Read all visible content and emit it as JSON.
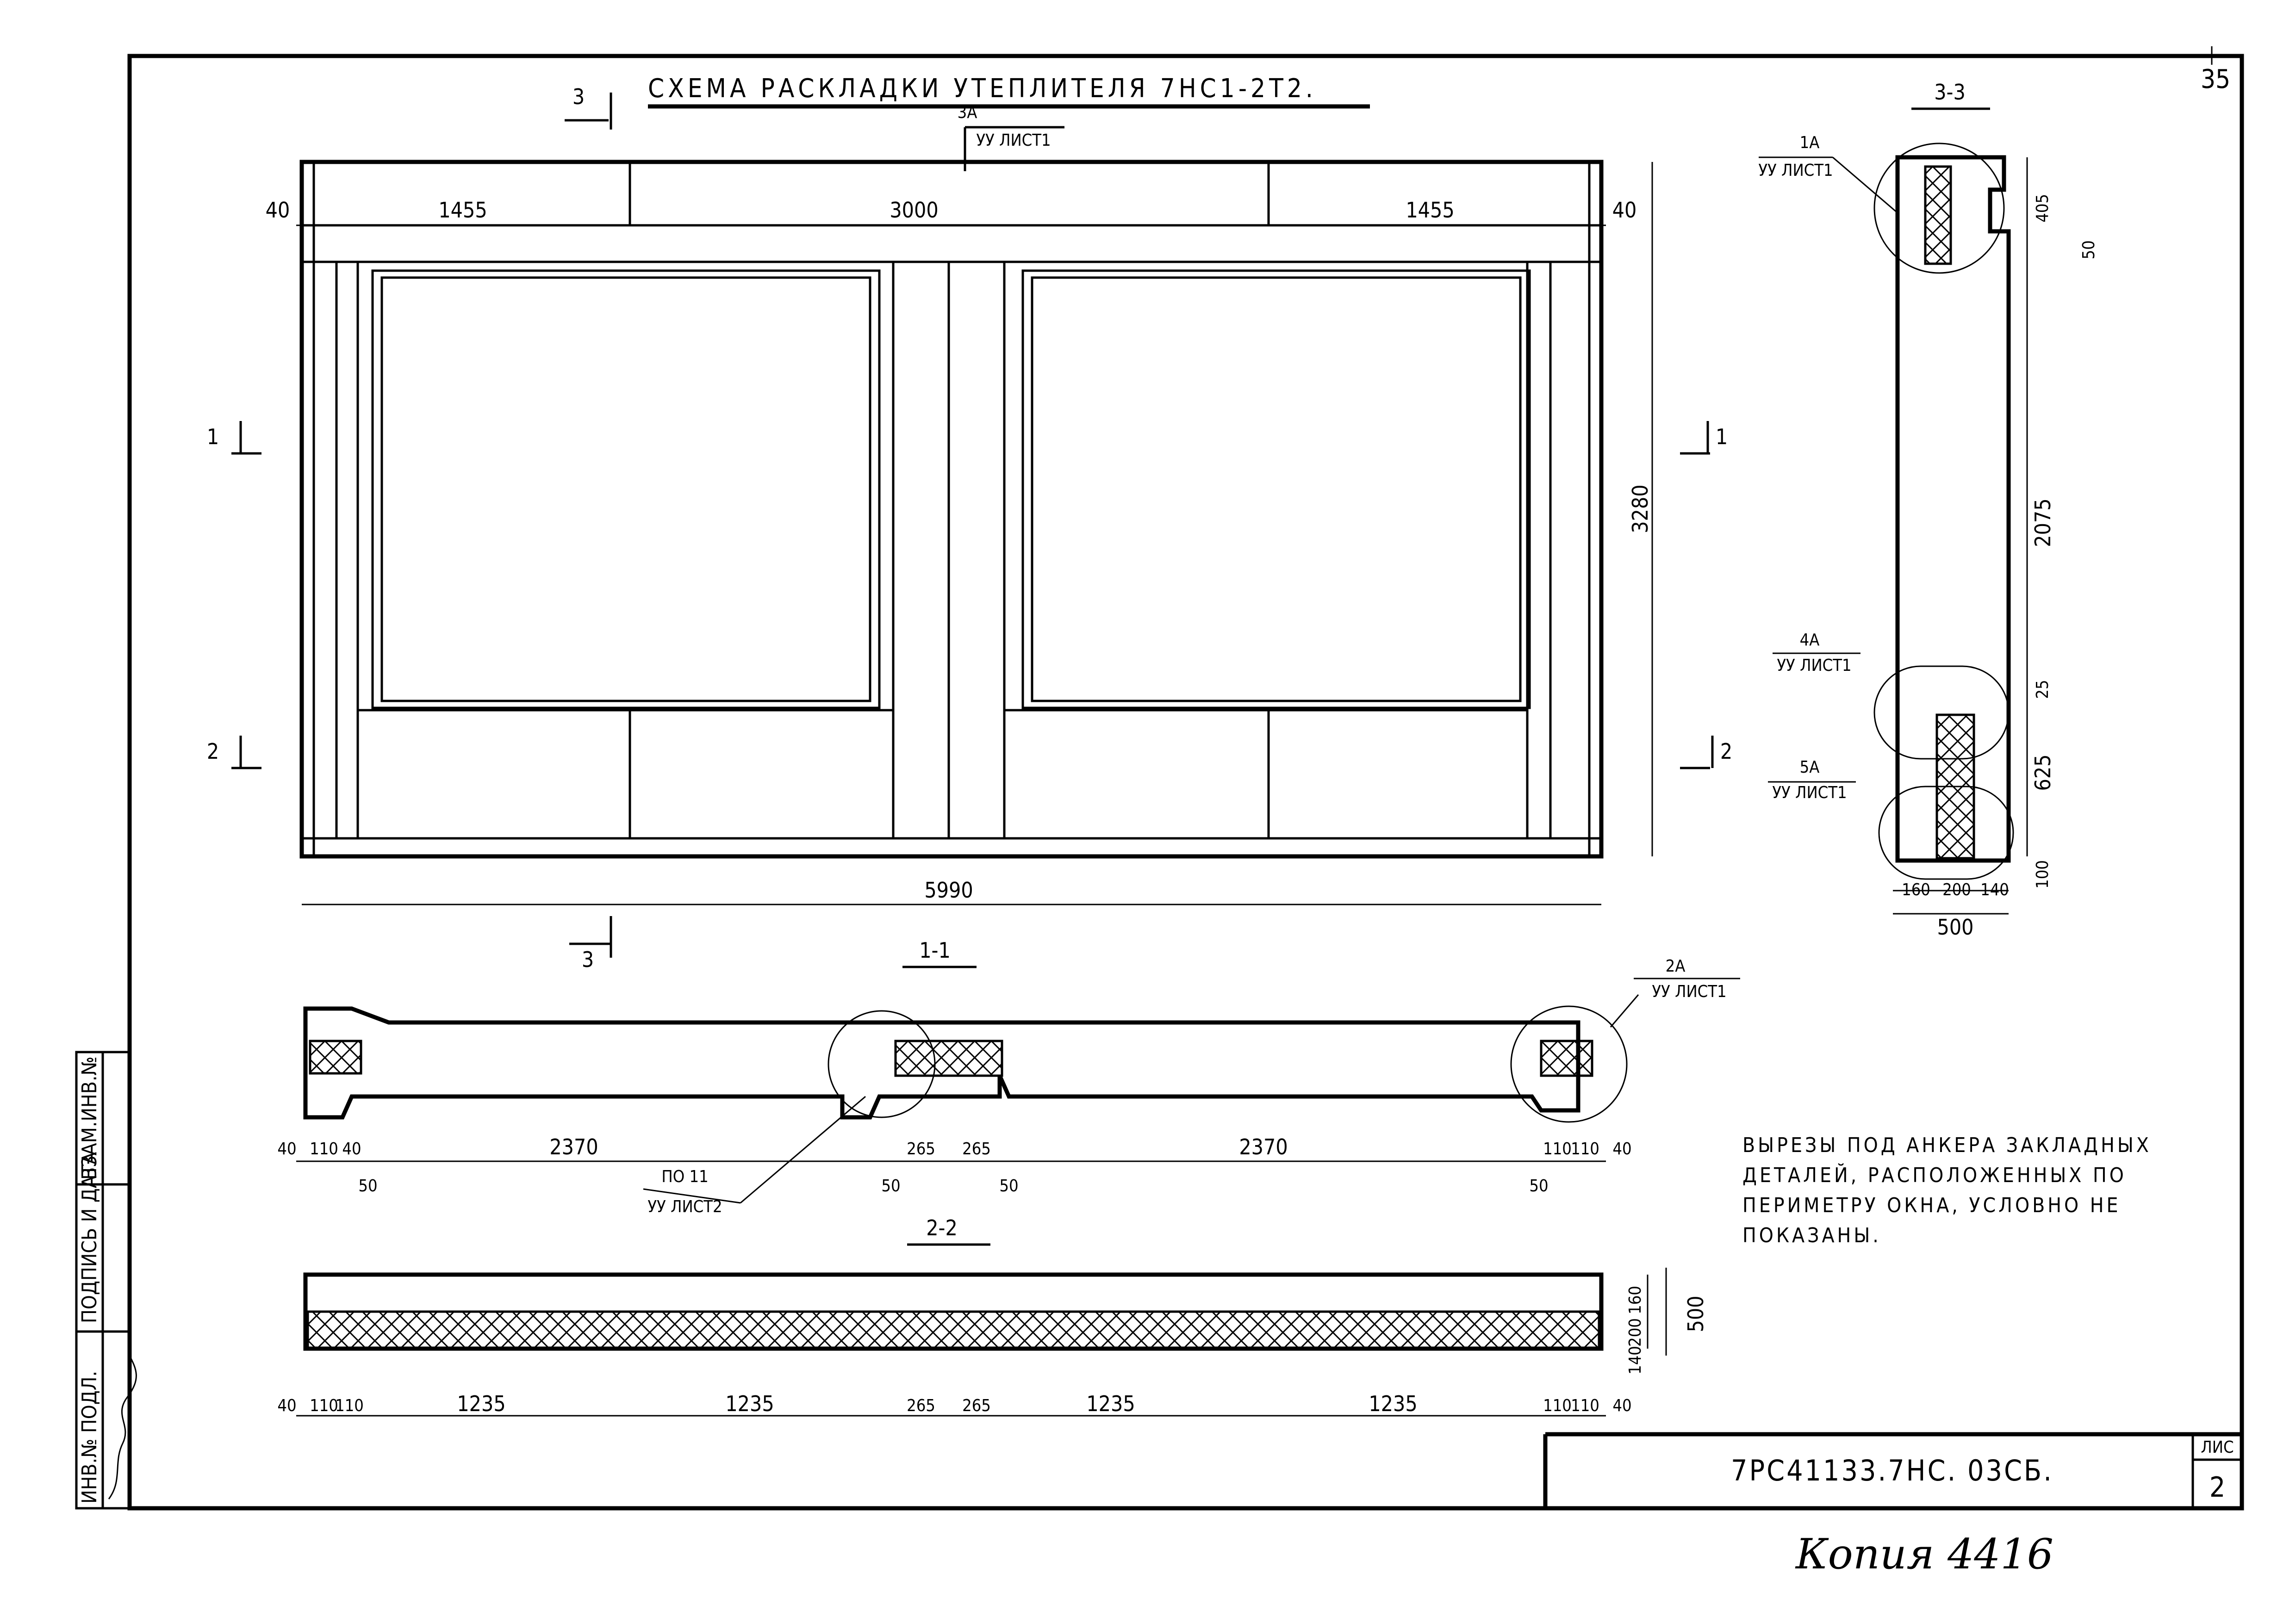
{
  "sheet_number_corner": "35",
  "title": "СХЕМА РАСКЛАДКИ УТЕПЛИТЕЛЯ 7НС1-2Т2.",
  "callout_3a": {
    "num": "3А",
    "ref": "УУ ЛИСТ1"
  },
  "elevation": {
    "top_dims": [
      "40",
      "1455",
      "3000",
      "1455",
      "40"
    ],
    "overall_width": "5990",
    "overall_height": "3280",
    "section_marks": {
      "s1": "1",
      "s2": "2",
      "s3": "3"
    }
  },
  "section_1_1": {
    "title": "1-1",
    "dims_row1": [
      "40",
      "110",
      "40",
      "2370",
      "265",
      "265",
      "2370",
      "110",
      "110",
      "40"
    ],
    "dims_row2": [
      "50",
      "50",
      "50",
      "50"
    ],
    "leader_left": {
      "num": "ПО 11",
      "ref": "УУ ЛИСТ2"
    },
    "callout_2a": {
      "num": "2А",
      "ref": "УУ ЛИСТ1"
    }
  },
  "section_2_2": {
    "title": "2-2",
    "dims": [
      "40",
      "110",
      "110",
      "1235",
      "1235",
      "265",
      "265",
      "1235",
      "1235",
      "110",
      "110",
      "40"
    ],
    "thickness_dims": [
      "160",
      "200",
      "140"
    ],
    "thickness_total": "500"
  },
  "section_3_3": {
    "title": "3-3",
    "callout_1a": {
      "num": "1А",
      "ref": "УУ ЛИСТ1"
    },
    "callout_4a": {
      "num": "4А",
      "ref": "УУ ЛИСТ1"
    },
    "callout_5a": {
      "num": "5А",
      "ref": "УУ ЛИСТ1"
    },
    "height_dims": [
      "405",
      "50",
      "2075",
      "25",
      "625",
      "100"
    ],
    "bottom_dims": [
      "160",
      "200",
      "140"
    ],
    "bottom_total": "500"
  },
  "note": [
    "ВЫРЕЗЫ ПОД АНКЕРА ЗАКЛАДНЫХ",
    "ДЕТАЛЕЙ, РАСПОЛОЖЕННЫХ ПО",
    "ПЕРИМЕТРУ ОКНА, УСЛОВНО НЕ",
    "ПОКАЗАНЫ."
  ],
  "title_block": {
    "doc_code": "7РС41133.7НС. 03СБ.",
    "sheet_label": "ЛИС",
    "sheet_value": "2"
  },
  "stamp_column": [
    "ИНВ.№ ПОДЛ.",
    "ПОДПИСЬ И ДАТА",
    "ВЗАМ.ИНВ.№"
  ],
  "signature": "подпись",
  "handwritten_note": "Копия 4416"
}
